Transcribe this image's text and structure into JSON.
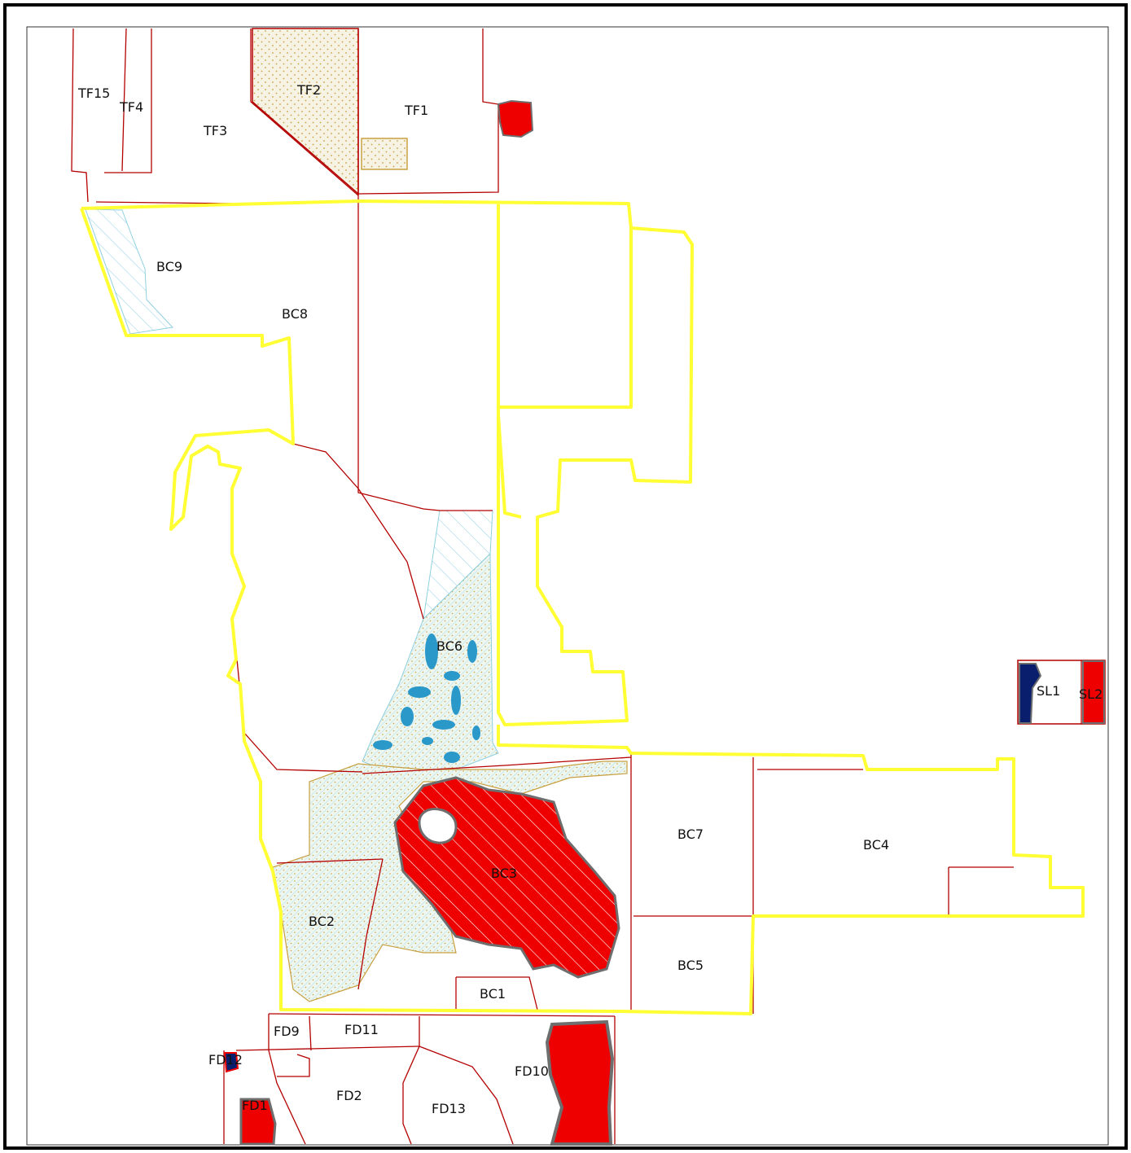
{
  "map": {
    "colors": {
      "boundary": "#ffff33",
      "parcel_line": "#b40000",
      "hatch_cyan": "#8fd0e0",
      "stipple": "#c8a040",
      "water": "#2a98c8",
      "burn_red": "#ee0000",
      "burn_grey": "#6e6e6e",
      "navy": "#0a1e6e"
    },
    "labels": {
      "TF15": "TF15",
      "TF4": "TF4",
      "TF3": "TF3",
      "TF2": "TF2",
      "TF1": "TF1",
      "BC9": "BC9",
      "BC8": "BC8",
      "BC6": "BC6",
      "BC7": "BC7",
      "BC4": "BC4",
      "BC3": "BC3",
      "BC2": "BC2",
      "BC5": "BC5",
      "BC1": "BC1",
      "SL1": "SL1",
      "SL2": "SL2",
      "FD9": "FD9",
      "FD11": "FD11",
      "FD12": "FD12",
      "FD10": "FD10",
      "FD2": "FD2",
      "FD13": "FD13",
      "FD1": "FD1"
    }
  }
}
